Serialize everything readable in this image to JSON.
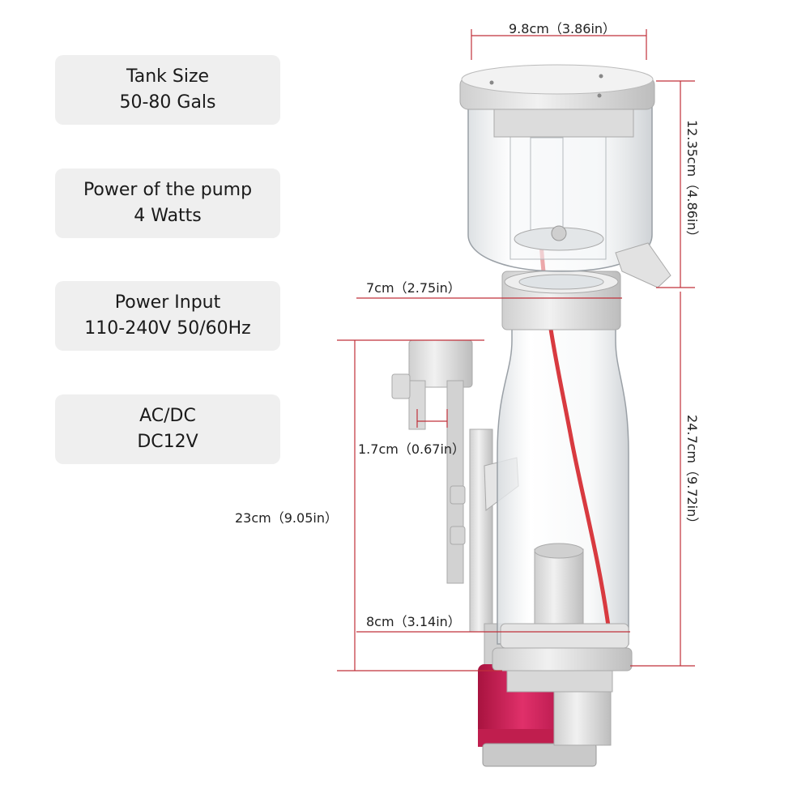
{
  "specs": [
    {
      "title": "Tank Size",
      "value": "50-80 Gals"
    },
    {
      "title": "Power of the pump",
      "value": "4 Watts"
    },
    {
      "title": "Power Input",
      "value": "110-240V 50/60Hz"
    },
    {
      "title": "AC/DC",
      "value": "DC12V"
    }
  ],
  "dimensions": {
    "top_width": "9.8cm（3.86in）",
    "cup_height": "12.35cm（4.86in）",
    "neck_width": "7cm（2.75in）",
    "clip_gap": "1.7cm（0.67in）",
    "mount_height": "23cm（9.05in）",
    "body_height": "24.7cm（9.72in）",
    "base_width": "8cm（3.14in）"
  },
  "colors": {
    "dimension_line": "#c0303a",
    "pump": "#d0245a",
    "tube": "#d83a40"
  }
}
